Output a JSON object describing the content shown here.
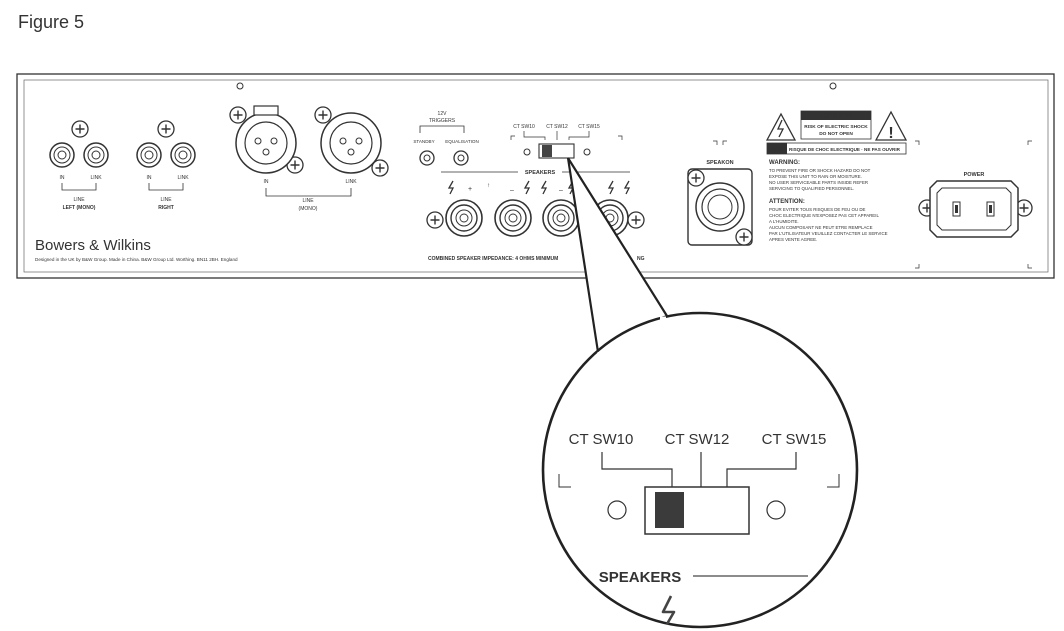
{
  "figure_title": "Figure 5",
  "panel": {
    "brand": "Bowers & Wilkins",
    "designed_text": "Designed in the UK by B&W Group. Made in China. B&W Group Ltd. Worthing. BN11 2BH. England",
    "rca_in": "IN",
    "rca_link": "LINK",
    "line_label": "LINE",
    "left_mono": "LEFT (MONO)",
    "right": "RIGHT",
    "xlr_line": "LINE",
    "xlr_mono": "(MONO)",
    "triggers_12v": "12V",
    "triggers": "TRIGGERS",
    "standby": "STANDBY",
    "equalisation": "EQUALISATION",
    "ct_sw10": "CT SW10",
    "ct_sw12": "CT SW12",
    "ct_sw15": "CT SW15",
    "speakers": "SPEAKERS",
    "plus": "+",
    "minus": "–",
    "speakon": "SPEAKON",
    "impedance": "COMBINED SPEAKER IMPEDANCE: 4 OHMS MINIMUM",
    "impedance_end": "NG",
    "caution": "CAUTION",
    "risk1": "RISK OF ELECTRIC SHOCK",
    "risk2": "DO NOT OPEN",
    "avis": "AVIS:",
    "avis_text": "RISQUE DE CHOC ELECTRIQUE · NE PAS OUVRIR",
    "warning_title": "WARNING:",
    "warning_lines": [
      "TO PREVENT FIRE OR SHOCK HAZARD DO NOT",
      "EXPOSE THIS UNIT TO RAIN OR MOISTURE.",
      "NO USER SERVICEABLE PARTS INSIDE REFER",
      "SERVICING TO QUALIFIED PERSONNEL."
    ],
    "attention_title": "ATTENTION:",
    "attention_lines": [
      "POUR EVITER TOUS RISQUES DE FEU OU DE",
      "CHOC ELECTRIQUE N'EXPOSEZ PAS CET APPAREIL",
      "A L'HUMIDITE.",
      "AUCUN COMPOSANT NE PEUT ETRE REMPLACE",
      "PAR L'UTILISATEUR VEUILLEZ CONTACTER LE SERVICE",
      "APRES VENTE AGREE."
    ],
    "power": "POWER"
  },
  "zoom": {
    "ct_sw10": "CT SW10",
    "ct_sw12": "CT SW12",
    "ct_sw15": "CT SW15",
    "speakers": "SPEAKERS"
  }
}
